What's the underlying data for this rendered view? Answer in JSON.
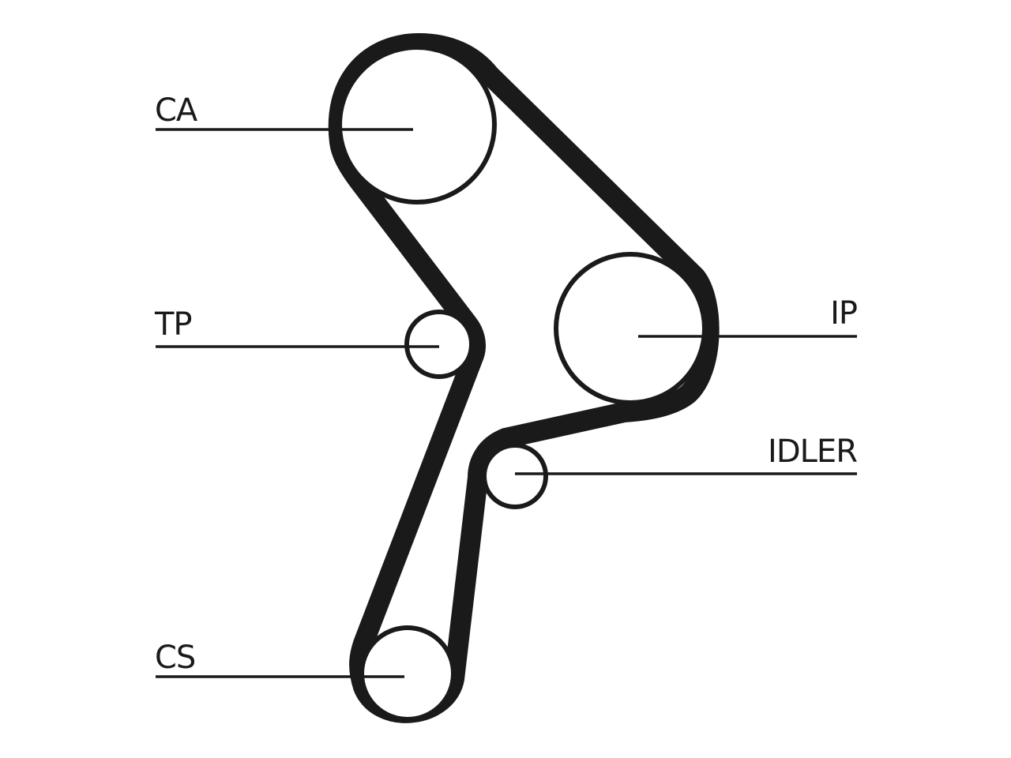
{
  "diagram": {
    "labels": {
      "ca": "CA",
      "tp": "TP",
      "ip": "IP",
      "idler": "IDLER",
      "cs": "CS"
    },
    "colors": {
      "ink": "#1a1a1a",
      "background": "#ffffff"
    }
  }
}
